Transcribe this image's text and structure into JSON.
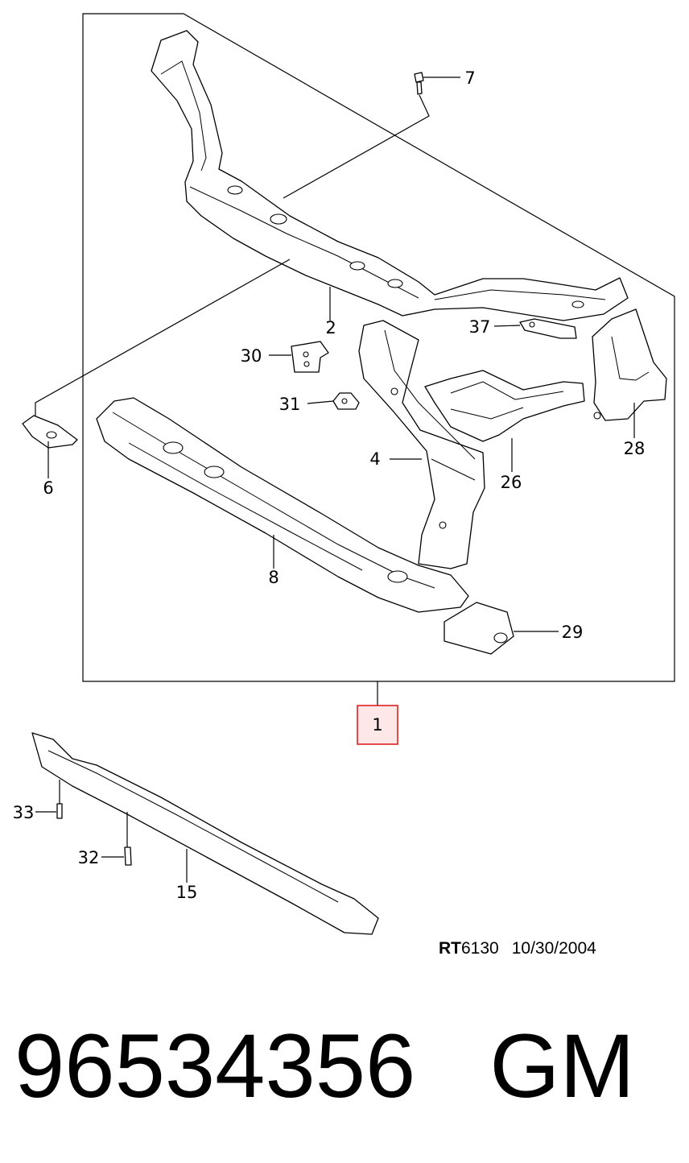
{
  "callouts": {
    "c1": "1",
    "c2": "2",
    "c4": "4",
    "c6": "6",
    "c7": "7",
    "c8": "8",
    "c15": "15",
    "c26": "26",
    "c28": "28",
    "c29": "29",
    "c30": "30",
    "c31": "31",
    "c32": "32",
    "c33": "33",
    "c37": "37"
  },
  "drawing_stamp": {
    "prefix": "RT",
    "code": "6130",
    "date": "10/30/2004"
  },
  "footer": {
    "part_number": "96534356",
    "brand": "GM"
  },
  "colors": {
    "highlight_box": "#e02020",
    "highlight_fill": "#fde7e7",
    "line": "#000000"
  }
}
